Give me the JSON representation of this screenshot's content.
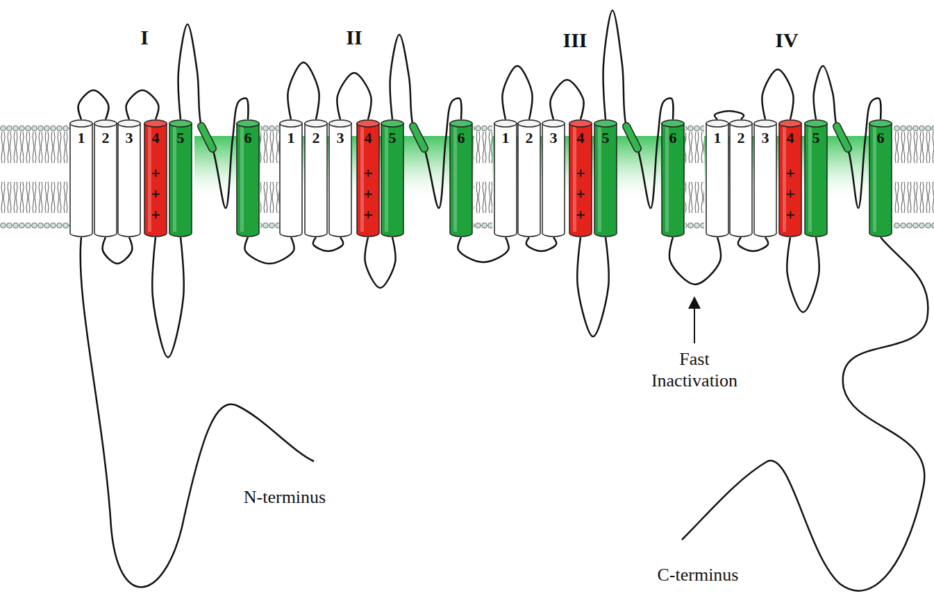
{
  "diagram": {
    "nodes": [
      {
        "text": [
          "1"
        ]
      },
      {
        "text": [
          "2"
        ]
      },
      {
        "text": [
          "3"
        ]
      },
      {
        "text": [
          "4",
          "+",
          "+",
          "+"
        ]
      },
      {
        "text": [
          "5"
        ]
      },
      {
        "text": [
          "6"
        ]
      },
      {
        "text": [
          "1"
        ]
      },
      {
        "text": [
          "2"
        ]
      },
      {
        "text": [
          "3"
        ]
      },
      {
        "text": [
          "4",
          "+",
          "+",
          "+"
        ]
      },
      {
        "text": [
          "5"
        ]
      },
      {
        "text": [
          "6"
        ]
      },
      {
        "text": [
          "1"
        ]
      },
      {
        "text": [
          "2"
        ]
      },
      {
        "text": [
          "3"
        ]
      },
      {
        "text": [
          "4",
          "+",
          "+",
          "+"
        ]
      },
      {
        "text": [
          "5"
        ]
      },
      {
        "text": [
          "6"
        ]
      },
      {
        "text": [
          "1"
        ]
      },
      {
        "text": [
          "2"
        ]
      },
      {
        "text": [
          "3"
        ]
      },
      {
        "text": [
          "4",
          "+",
          "+",
          "+"
        ]
      },
      {
        "text": [
          "5"
        ]
      },
      {
        "text": [
          "6"
        ]
      }
    ],
    "edges": [
      {
        "from": 0,
        "to": 1,
        "arrow": "none"
      },
      {
        "from": 1,
        "to": 2,
        "arrow": "none"
      },
      {
        "from": 2,
        "to": 3,
        "arrow": "none"
      },
      {
        "from": 3,
        "to": 4,
        "arrow": "none"
      },
      {
        "from": 4,
        "to": 5,
        "arrow": "none"
      },
      {
        "from": 5,
        "to": 6,
        "arrow": "none"
      },
      {
        "from": 6,
        "to": 7,
        "arrow": "none"
      },
      {
        "from": 7,
        "to": 8,
        "arrow": "none"
      },
      {
        "from": 8,
        "to": 9,
        "arrow": "none"
      },
      {
        "from": 9,
        "to": 10,
        "arrow": "none"
      },
      {
        "from": 10,
        "to": 11,
        "arrow": "none"
      },
      {
        "from": 11,
        "to": 12,
        "arrow": "none"
      },
      {
        "from": 12,
        "to": 13,
        "arrow": "none"
      },
      {
        "from": 13,
        "to": 14,
        "arrow": "none"
      },
      {
        "from": 14,
        "to": 15,
        "arrow": "none"
      },
      {
        "from": 15,
        "to": 16,
        "arrow": "none"
      },
      {
        "from": 16,
        "to": 17,
        "arrow": "none"
      },
      {
        "from": 17,
        "to": 18,
        "arrow": "none"
      },
      {
        "from": 18,
        "to": 19,
        "arrow": "none"
      },
      {
        "from": 19,
        "to": 20,
        "arrow": "none"
      },
      {
        "from": 20,
        "to": 21,
        "arrow": "none"
      },
      {
        "from": 21,
        "to": 22,
        "arrow": "none"
      },
      {
        "from": 22,
        "to": 23,
        "arrow": "none"
      }
    ],
    "labels": [
      "I",
      "II",
      "III",
      "IV",
      "Fast Inactivation",
      "N-terminus",
      "C-terminus"
    ]
  }
}
